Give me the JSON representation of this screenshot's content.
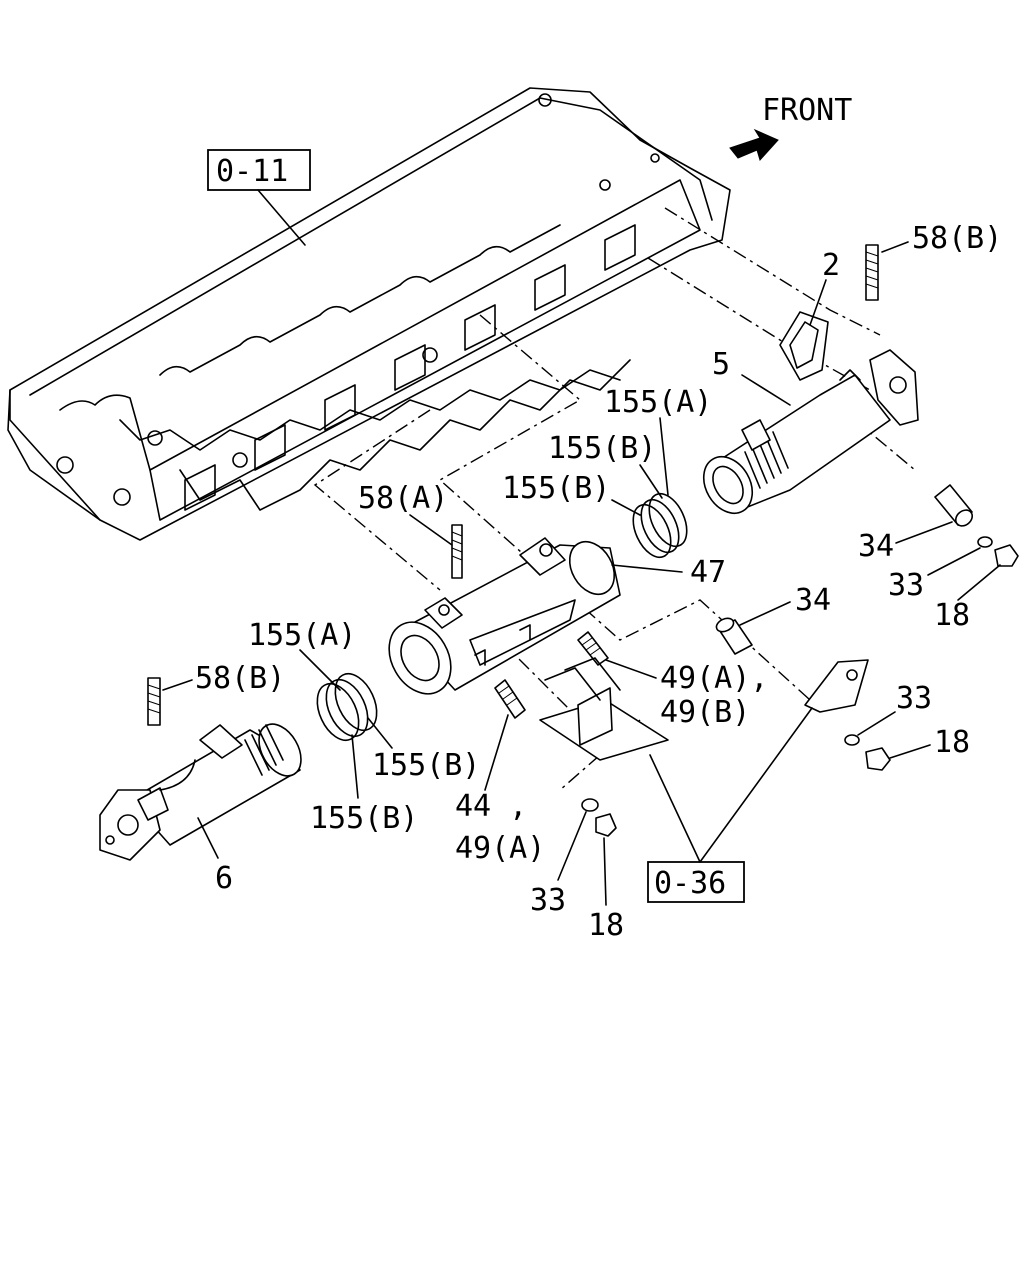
{
  "direction_label": "FRONT",
  "refs": {
    "head_ref": "0-11",
    "bracket_ref": "0-36"
  },
  "parts": {
    "p2": "2",
    "p5": "5",
    "p6": "6",
    "p47": "47",
    "p34_top": "34",
    "p34_mid": "34",
    "p33_top": "33",
    "p33_mid": "33",
    "p33_bot": "33",
    "p18_top": "18",
    "p18_mid": "18",
    "p18_bot": "18",
    "p58a": "58(A)",
    "p58b_top": "58(B)",
    "p58b_left": "58(B)",
    "p155a_top": "155(A)",
    "p155b_top1": "155(B)",
    "p155b_top2": "155(B)",
    "p155a_left": "155(A)",
    "p155b_left1": "155(B)",
    "p155b_left2": "155(B)",
    "p49_line1": "49(A),",
    "p49_line2": "49(B)",
    "p44_line1": "44 ,",
    "p44_line2": "49(A)"
  }
}
